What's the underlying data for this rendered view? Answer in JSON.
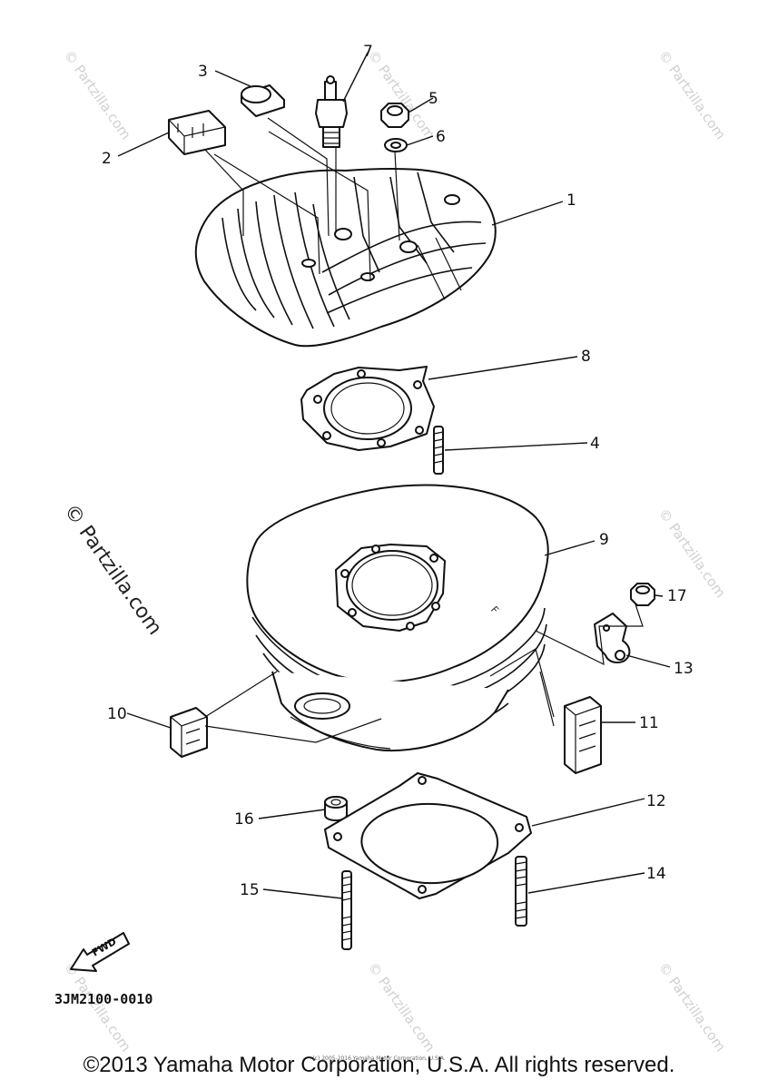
{
  "watermark": {
    "small": "© Partzilla.com",
    "large": "© Partzilla.com"
  },
  "callouts": {
    "c1": "1",
    "c2": "2",
    "c3": "3",
    "c4": "4",
    "c5": "5",
    "c6": "6",
    "c7": "7",
    "c8": "8",
    "c9": "9",
    "c10": "10",
    "c11": "11",
    "c12": "12",
    "c13": "13",
    "c14": "14",
    "c15": "15",
    "c16": "16",
    "c17": "17"
  },
  "fwd_label": "FWD",
  "diagram_code": "3JM2100-0010",
  "footer": {
    "copyright": "©2013 Yamaha Motor Corporation, U.S.A. All rights reserved.",
    "tiny_credit": "(c) 2005-2016 Yamaha Motor Corporation, U.S.A."
  }
}
